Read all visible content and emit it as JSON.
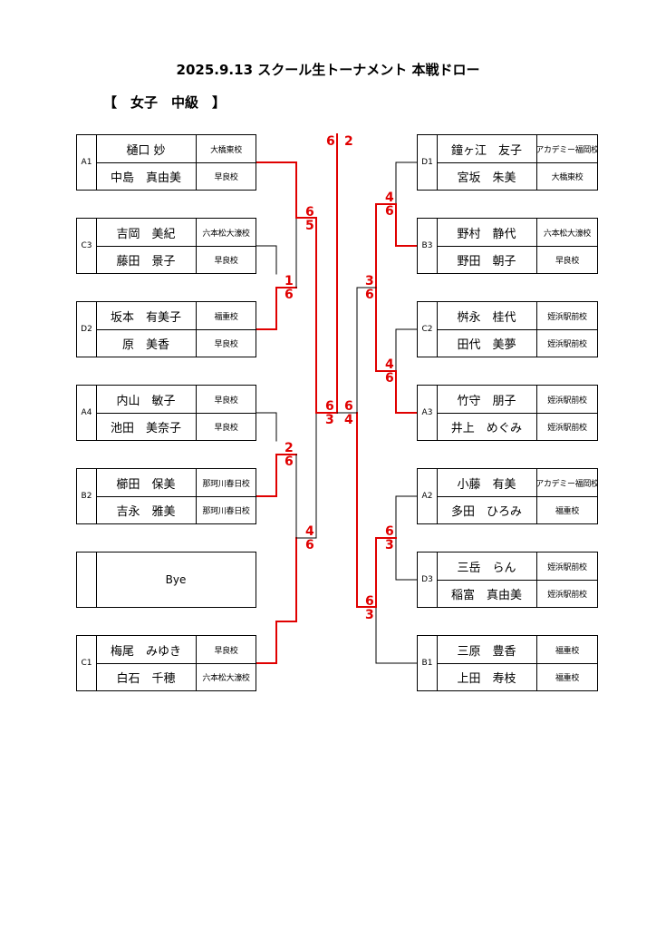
{
  "title": "2025.9.13 スクール生トーナメント 本戦ドロー",
  "subtitle": "【　女子　中級　】",
  "colors": {
    "winner_line": "#e00000",
    "loser_line": "#000000"
  },
  "left": [
    {
      "seed": "A1",
      "players": [
        {
          "name": "樋口 妙",
          "school": "大橋東校"
        },
        {
          "name": "中島　真由美",
          "school": "早良校"
        }
      ]
    },
    {
      "seed": "C3",
      "players": [
        {
          "name": "吉岡　美紀",
          "school": "六本松大濠校"
        },
        {
          "name": "藤田　景子",
          "school": "早良校"
        }
      ]
    },
    {
      "seed": "D2",
      "players": [
        {
          "name": "坂本　有美子",
          "school": "福重校"
        },
        {
          "name": "原　美香",
          "school": "早良校"
        }
      ]
    },
    {
      "seed": "A4",
      "players": [
        {
          "name": "内山　敏子",
          "school": "早良校"
        },
        {
          "name": "池田　美奈子",
          "school": "早良校"
        }
      ]
    },
    {
      "seed": "B2",
      "players": [
        {
          "name": "櫛田　保美",
          "school": "那珂川春日校"
        },
        {
          "name": "吉永　雅美",
          "school": "那珂川春日校"
        }
      ]
    },
    {
      "seed": "",
      "bye": "Bye"
    },
    {
      "seed": "C1",
      "players": [
        {
          "name": "梅尾　みゆき",
          "school": "早良校"
        },
        {
          "name": "白石　千穂",
          "school": "六本松大濠校"
        }
      ]
    }
  ],
  "right": [
    {
      "seed": "D1",
      "players": [
        {
          "name": "鐘ヶ江　友子",
          "school": "アカデミー福岡校"
        },
        {
          "name": "宮坂　朱美",
          "school": "大橋東校"
        }
      ]
    },
    {
      "seed": "B3",
      "players": [
        {
          "name": "野村　静代",
          "school": "六本松大濠校"
        },
        {
          "name": "野田　朝子",
          "school": "早良校"
        }
      ]
    },
    {
      "seed": "C2",
      "players": [
        {
          "name": "桝永　桂代",
          "school": "姪浜駅前校"
        },
        {
          "name": "田代　美夢",
          "school": "姪浜駅前校"
        }
      ]
    },
    {
      "seed": "A3",
      "players": [
        {
          "name": "竹守　朋子",
          "school": "姪浜駅前校"
        },
        {
          "name": "井上　めぐみ",
          "school": "姪浜駅前校"
        }
      ]
    },
    {
      "seed": "A2",
      "players": [
        {
          "name": "小藤　有美",
          "school": "アカデミー福岡校"
        },
        {
          "name": "多田　ひろみ",
          "school": "福重校"
        }
      ]
    },
    {
      "seed": "D3",
      "players": [
        {
          "name": "三岳　らん",
          "school": "姪浜駅前校"
        },
        {
          "name": "稲富　真由美",
          "school": "姪浜駅前校"
        }
      ]
    },
    {
      "seed": "B1",
      "players": [
        {
          "name": "三原　豊香",
          "school": "福重校"
        },
        {
          "name": "上田　寿枝",
          "school": "福重校"
        }
      ]
    }
  ],
  "scores": {
    "l_r1_a": [
      "6",
      "5"
    ],
    "l_r1_b": [
      "1",
      "6"
    ],
    "l_r1_c": [
      "2",
      "6"
    ],
    "l_r2_a": [
      "4",
      "6"
    ],
    "l_sf": [
      "6",
      "3"
    ],
    "final": [
      "6",
      "2"
    ],
    "r_sf": [
      "6",
      "4"
    ],
    "r_r1_a": [
      "4",
      "6"
    ],
    "r_r1_b": [
      "4",
      "6"
    ],
    "r_r1_c": [
      "6",
      "3"
    ],
    "r_r2_a": [
      "3",
      "6"
    ],
    "r_r2_b": [
      "6",
      "3"
    ]
  }
}
